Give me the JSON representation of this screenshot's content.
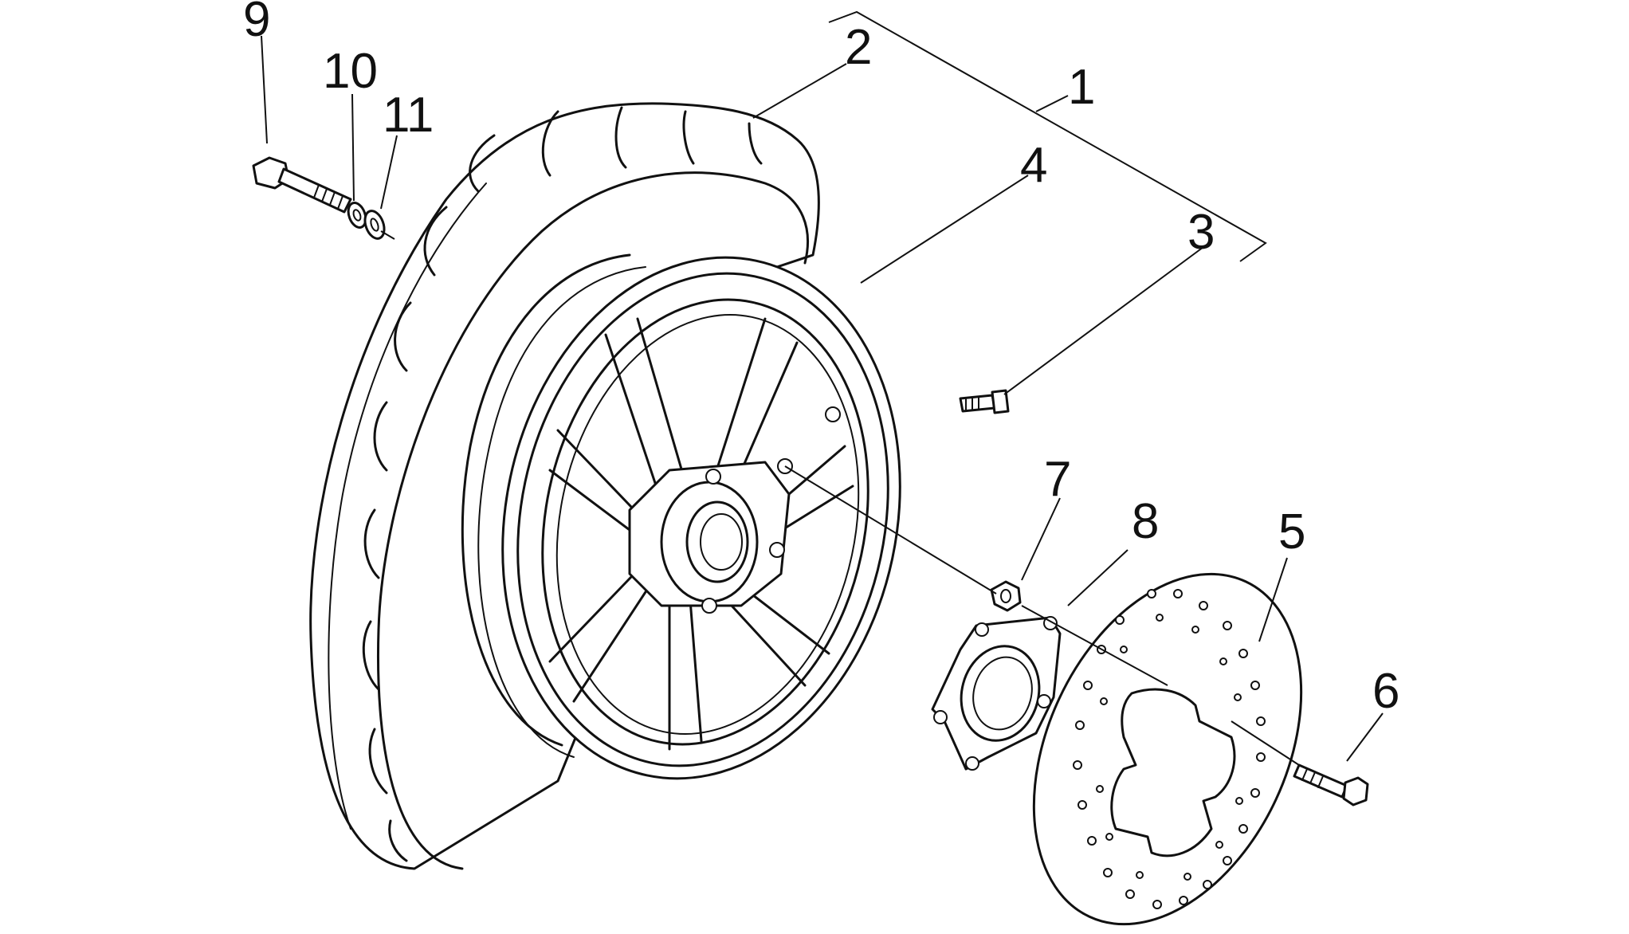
{
  "callouts": {
    "c1": "1",
    "c2": "2",
    "c3": "3",
    "c4": "4",
    "c5": "5",
    "c6": "6",
    "c7": "7",
    "c8": "8",
    "c9": "9",
    "c10": "10",
    "c11": "11"
  },
  "parts": [
    {
      "ref": "1",
      "icon": "wheel-assembly-bracket-icon"
    },
    {
      "ref": "2",
      "icon": "tyre-icon"
    },
    {
      "ref": "3",
      "icon": "valve-icon"
    },
    {
      "ref": "4",
      "icon": "rim-icon"
    },
    {
      "ref": "5",
      "icon": "brake-disc-icon"
    },
    {
      "ref": "6",
      "icon": "disc-bolt-icon"
    },
    {
      "ref": "7",
      "icon": "nut-icon"
    },
    {
      "ref": "8",
      "icon": "disc-carrier-icon"
    },
    {
      "ref": "9",
      "icon": "axle-bolt-icon"
    },
    {
      "ref": "10",
      "icon": "washer-icon"
    },
    {
      "ref": "11",
      "icon": "washer-icon"
    }
  ],
  "colors": {
    "ink": "#111111",
    "paper": "#ffffff"
  }
}
